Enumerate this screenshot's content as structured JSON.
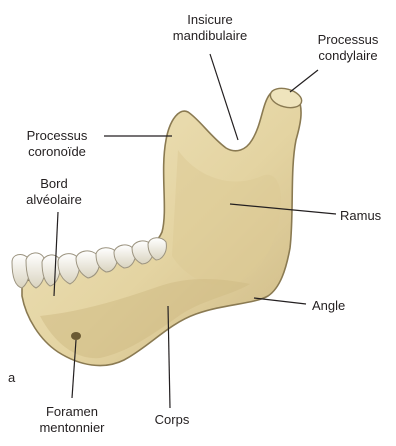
{
  "figure": {
    "panel_letter": "a",
    "labels": {
      "incisure_line1": "Insicure",
      "incisure_line2": "mandibulaire",
      "condylar_line1": "Processus",
      "condylar_line2": "condylaire",
      "coronoid_line1": "Processus",
      "coronoid_line2": "coronoïde",
      "alveolar_line1": "Bord",
      "alveolar_line2": "alvéolaire",
      "ramus": "Ramus",
      "angle": "Angle",
      "corps": "Corps",
      "foramen_line1": "Foramen",
      "foramen_line2": "mentonnier"
    },
    "colors": {
      "bone": "#e9dcae",
      "bone_shade": "#c9b47e",
      "outline": "#8a7a52",
      "teeth": "#f3efe2",
      "leader": "#231f20"
    }
  }
}
